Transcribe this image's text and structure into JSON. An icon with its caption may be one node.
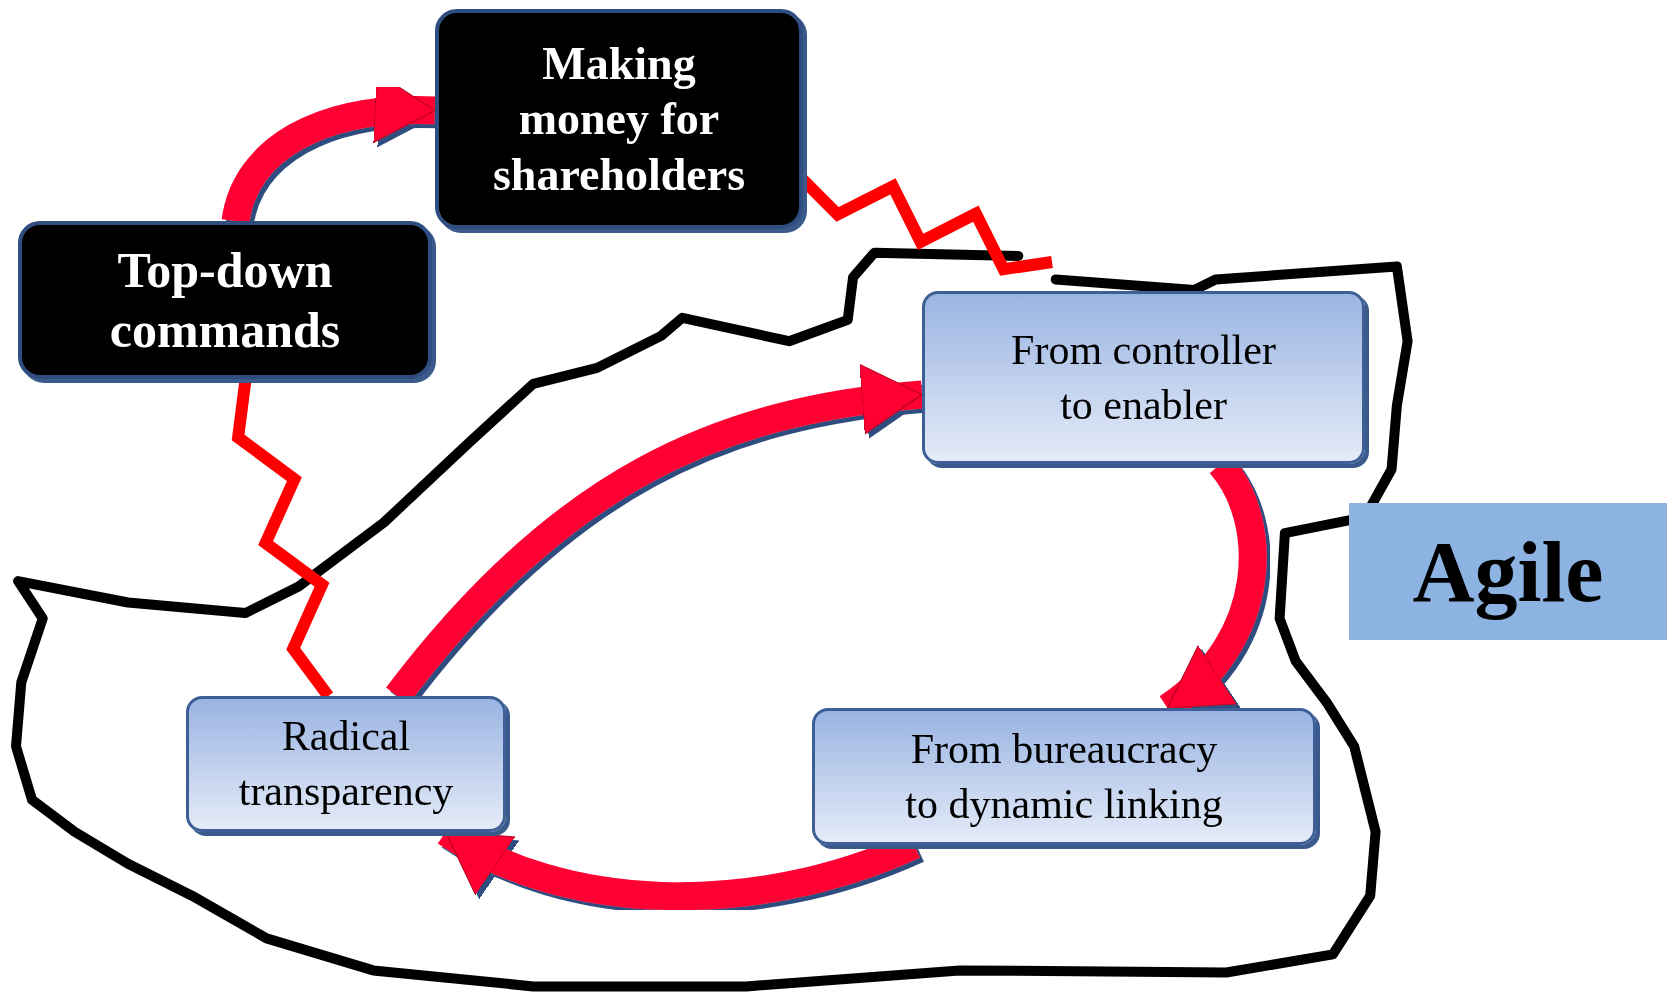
{
  "diagram": {
    "nodes": [
      {
        "text": [
          "Making money for shareholders"
        ]
      },
      {
        "text": [
          "Top-down commands"
        ]
      },
      {
        "text": [],
        "shape": "cloud"
      },
      {
        "text": [
          "From controller to enabler"
        ],
        "in": 2
      },
      {
        "text": [
          "Radical transparency"
        ],
        "in": 2
      },
      {
        "text": [
          "From bureaucracy to dynamic linking"
        ],
        "in": 2
      },
      {
        "text": [
          "Agile"
        ]
      }
    ],
    "edges": [
      {
        "from": 1,
        "to": 0,
        "arrow": "to"
      },
      {
        "from": 0,
        "to": 2,
        "arrow": "none",
        "color": "#ff0000"
      },
      {
        "from": 1,
        "to": 4,
        "arrow": "none",
        "color": "#ff0000"
      },
      {
        "from": 4,
        "to": 3,
        "arrow": "to"
      },
      {
        "from": 3,
        "to": 5,
        "arrow": "to"
      },
      {
        "from": 5,
        "to": 4,
        "arrow": "to"
      }
    ]
  }
}
